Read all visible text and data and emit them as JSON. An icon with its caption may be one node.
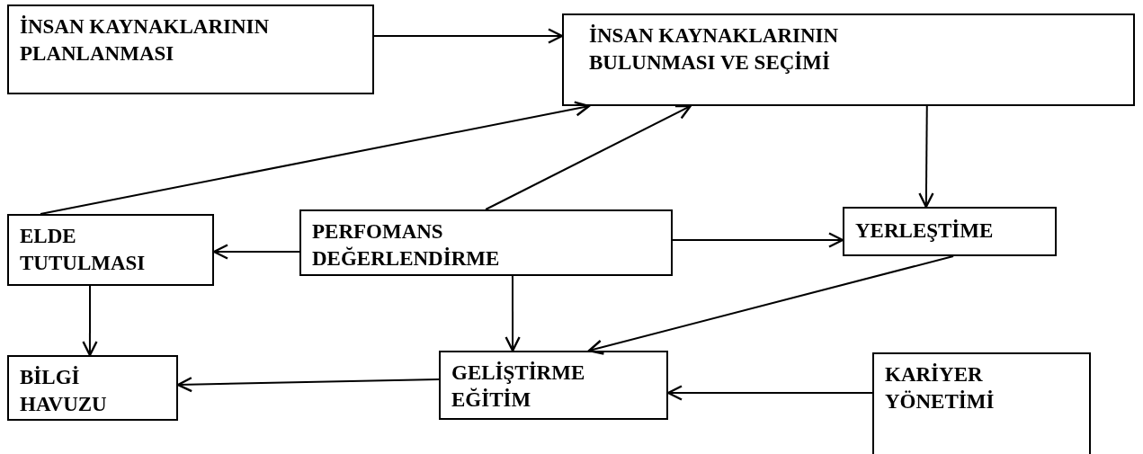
{
  "diagram": {
    "nodes": [
      {
        "text": [
          "İNSAN KAYNAKLARININ PLANLANMASI"
        ]
      },
      {
        "text": [
          "İNSAN KAYNAKLARININ BULUNMASI VE SEÇİMİ"
        ]
      },
      {
        "text": [
          "ELDE TUTULMASI"
        ]
      },
      {
        "text": [
          "PERFOMANS DEĞERLENDİRME"
        ]
      },
      {
        "text": [
          "YERLEŞTİME"
        ]
      },
      {
        "text": [
          "BİLGİ HAVUZU"
        ]
      },
      {
        "text": [
          "GELİŞTİRME EĞİTİM"
        ]
      },
      {
        "text": [
          "KARİYER YÖNETİMİ"
        ]
      }
    ],
    "edges": [
      {
        "from": 0,
        "to": 1,
        "arrow": "to"
      },
      {
        "from": 2,
        "to": 1,
        "arrow": "to"
      },
      {
        "from": 3,
        "to": 1,
        "arrow": "to"
      },
      {
        "from": 1,
        "to": 4,
        "arrow": "to"
      },
      {
        "from": 3,
        "to": 2,
        "arrow": "to"
      },
      {
        "from": 3,
        "to": 4,
        "arrow": "to"
      },
      {
        "from": 2,
        "to": 5,
        "arrow": "to"
      },
      {
        "from": 3,
        "to": 6,
        "arrow": "to"
      },
      {
        "from": 4,
        "to": 6,
        "arrow": "to"
      },
      {
        "from": 6,
        "to": 5,
        "arrow": "to"
      },
      {
        "from": 7,
        "to": 6,
        "arrow": "to"
      }
    ]
  }
}
